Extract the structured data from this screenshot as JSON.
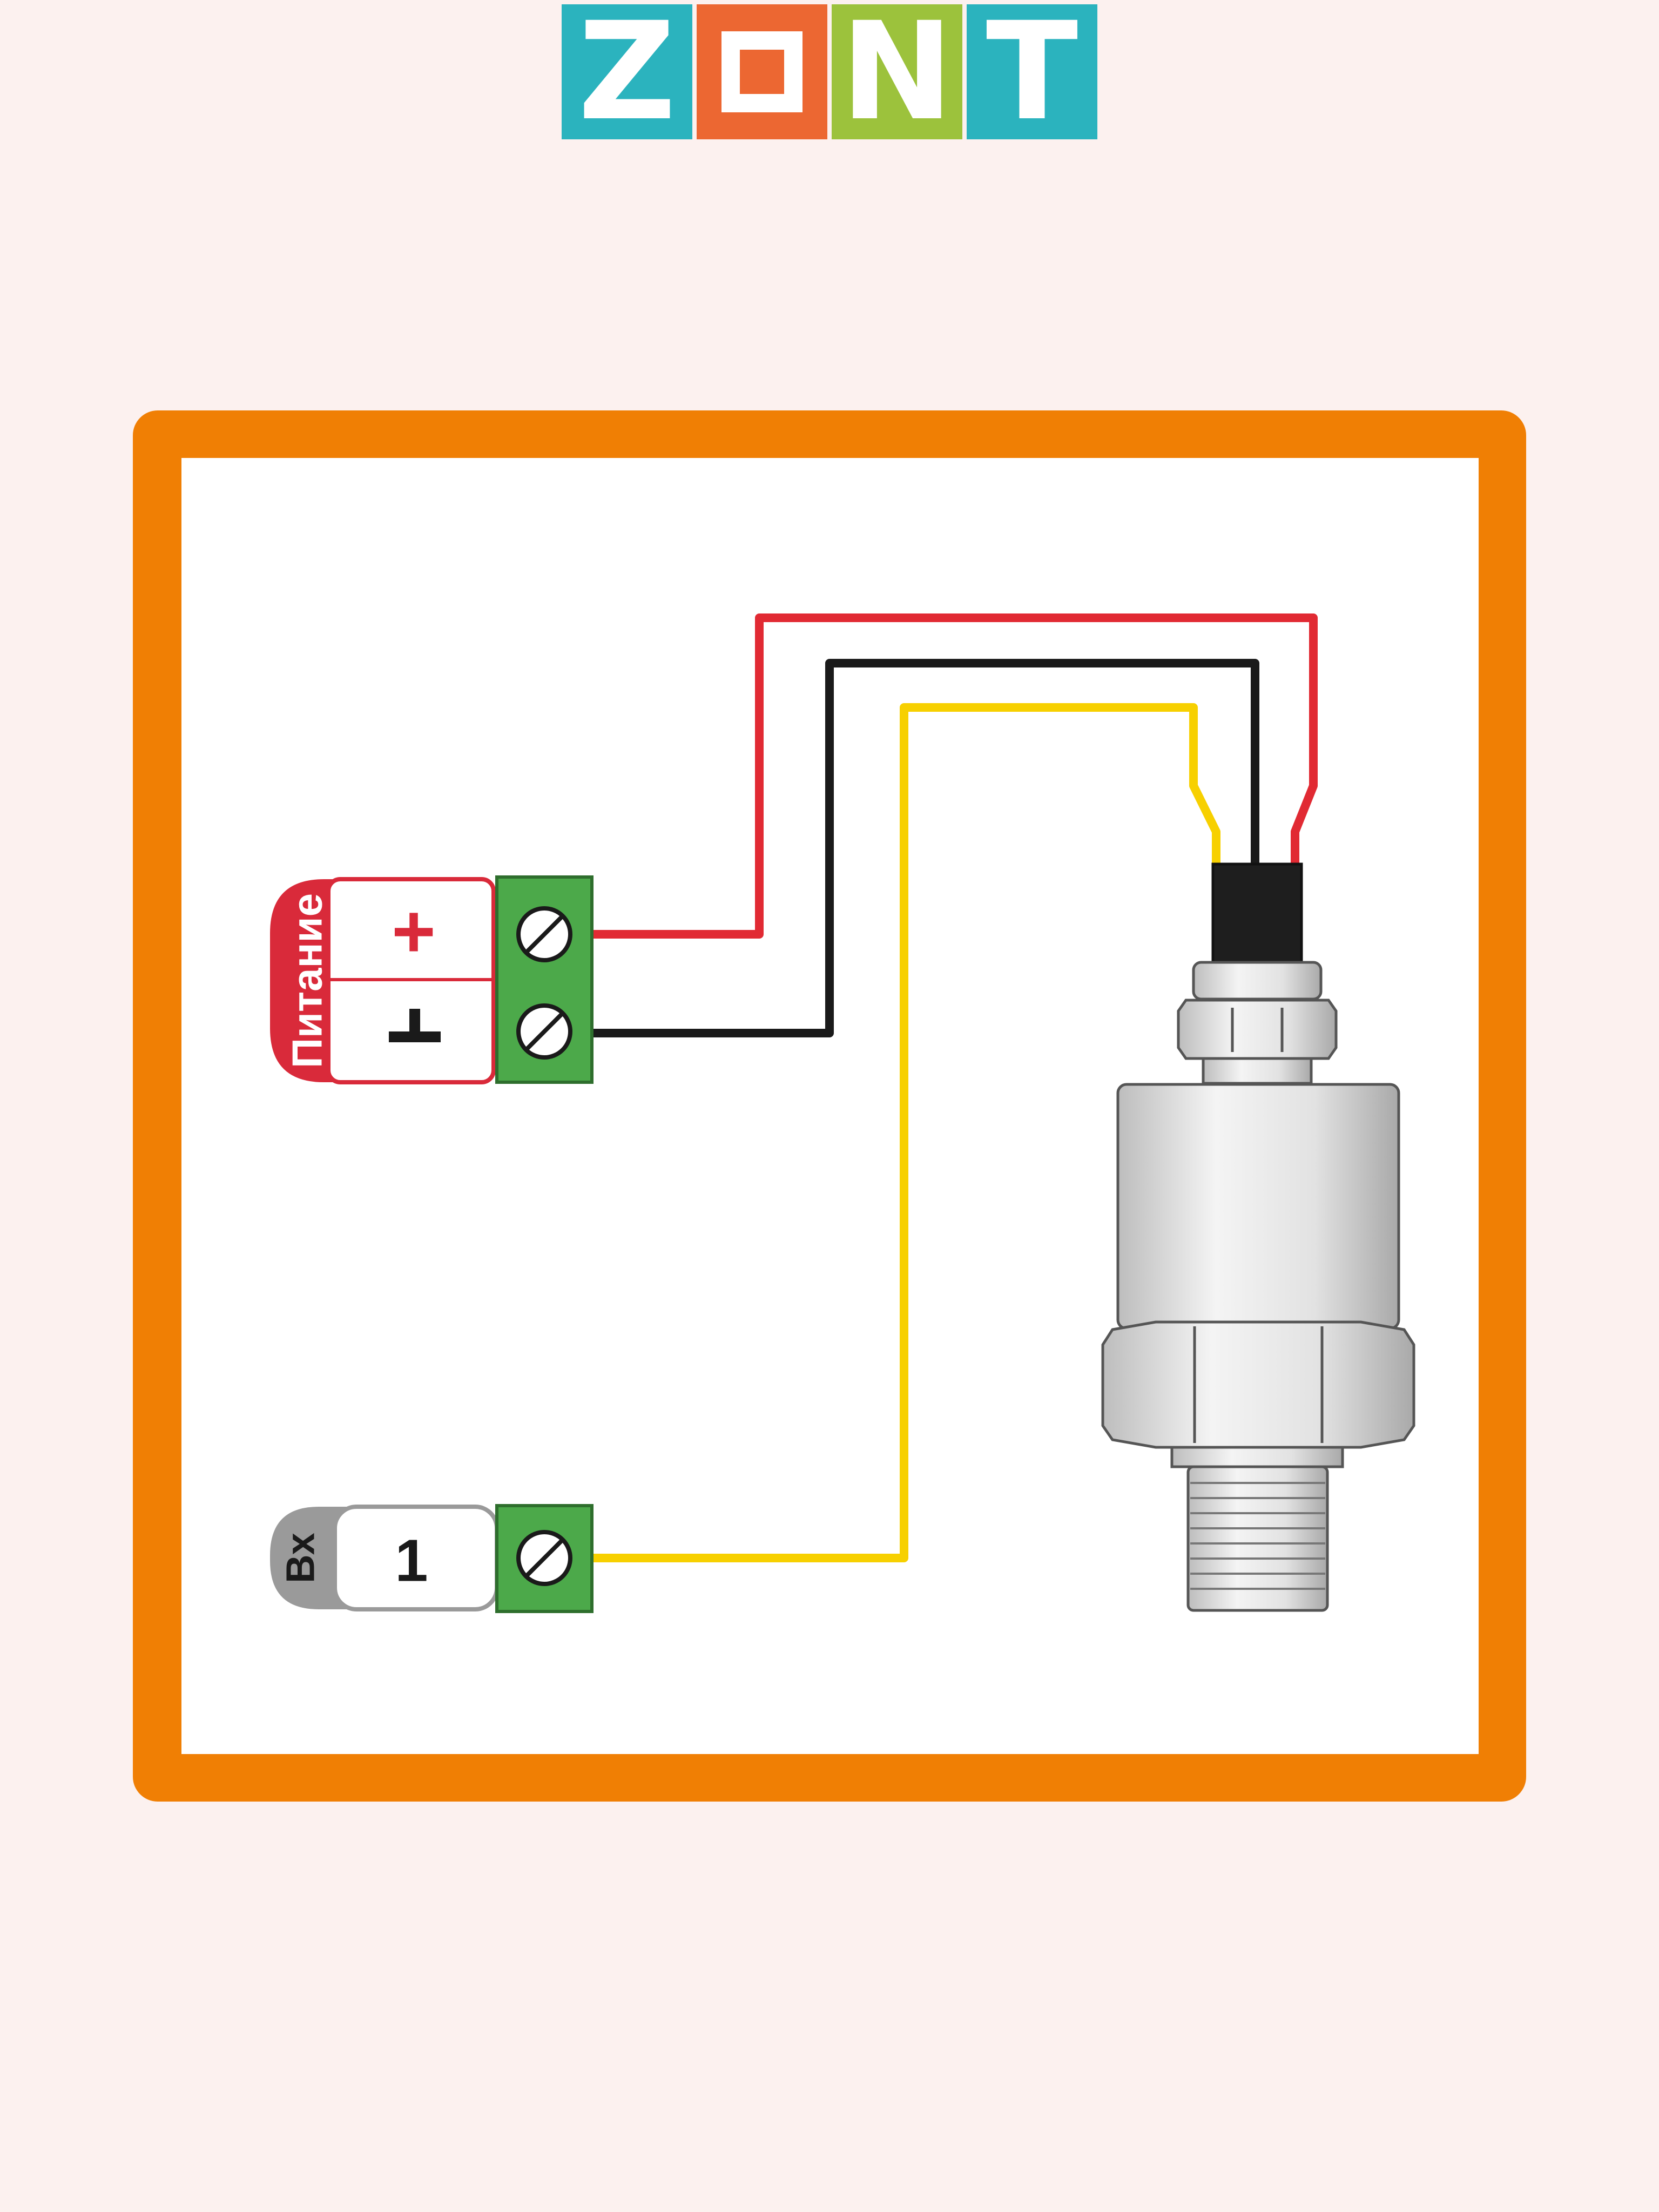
{
  "logo": {
    "letters": [
      "Z",
      "O",
      "N",
      "T"
    ],
    "colors": [
      "#2BB3BE",
      "#EC6732",
      "#9CC23C",
      "#2BB3BE"
    ]
  },
  "colors": {
    "background": "#FCF1EF",
    "frame": "#F07F04",
    "wire_power": "#E12A33",
    "wire_ground": "#1A1A1A",
    "wire_signal": "#F7D000",
    "terminal_green": "#4CA94A",
    "power_tag": "#D92A3A",
    "input_tag": "#9A9A9A"
  },
  "diagram": {
    "power_block": {
      "title": "Питание",
      "plus_symbol": "+",
      "ground_symbol": "┴"
    },
    "input_block": {
      "title": "Вх",
      "number": "1"
    },
    "sensor": "pressure-sensor"
  }
}
